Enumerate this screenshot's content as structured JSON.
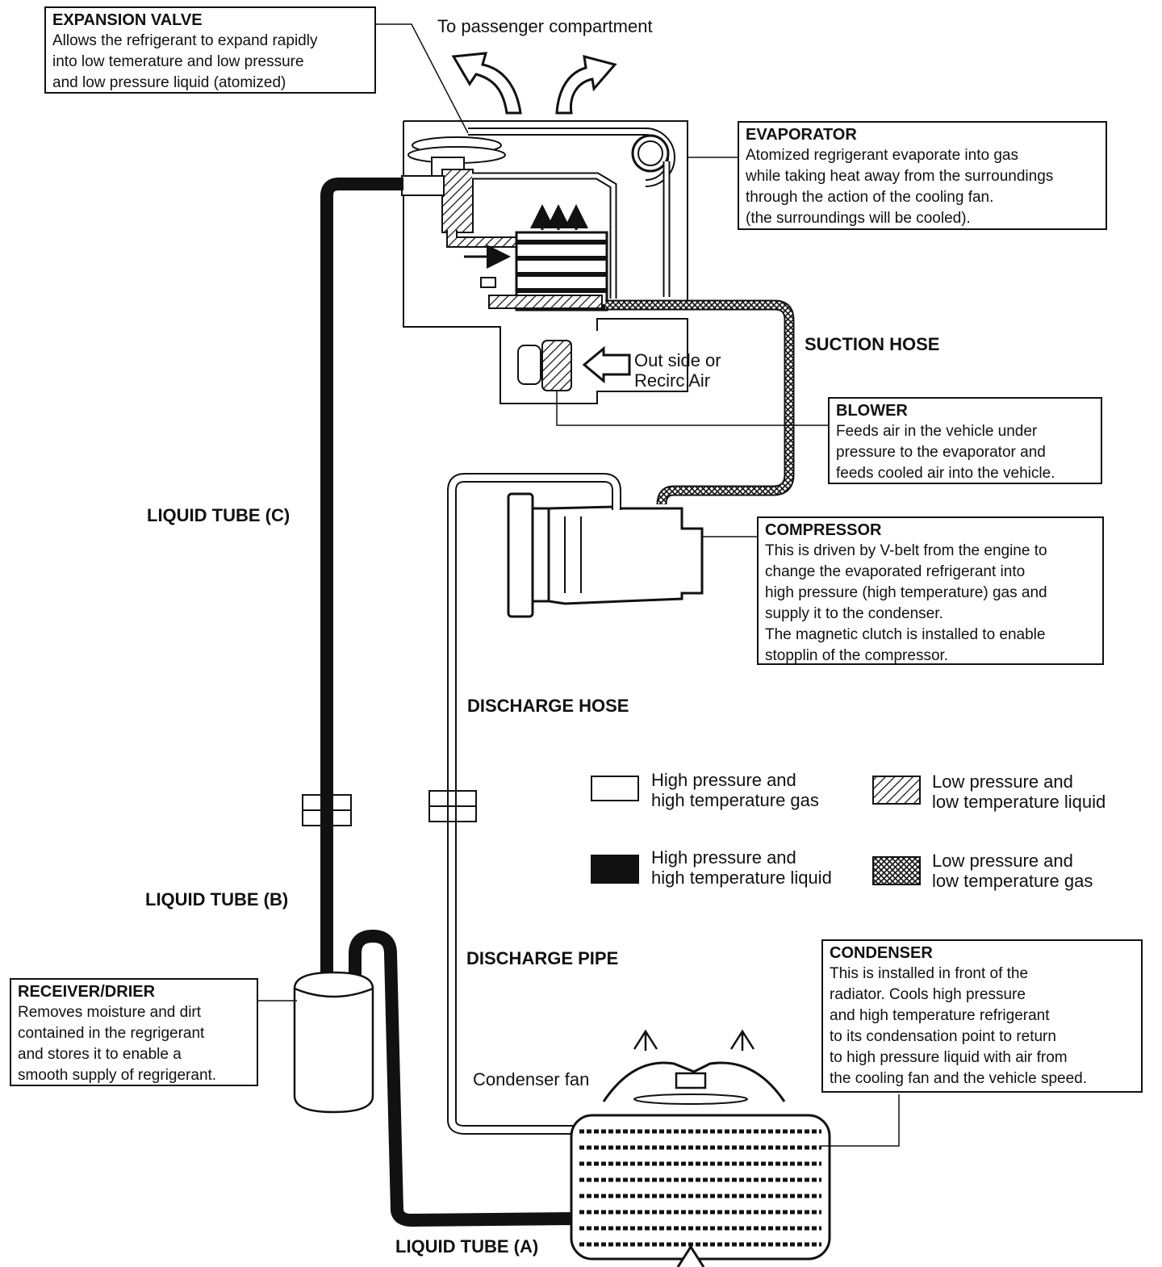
{
  "header": {
    "passenger": "To passenger compartment"
  },
  "callouts": {
    "expansion_valve": {
      "title": "EXPANSION VALVE",
      "text": "Allows the refrigerant to expand  rapidly\ninto low temerature and low pressure\nand low pressure liquid (atomized)"
    },
    "evaporator": {
      "title": "EVAPORATOR",
      "text": "Atomized regrigerant evaporate   into gas\nwhile taking heat away from the surroundings\nthrough the action of the cooling fan.\n(the surroundings will be cooled)."
    },
    "blower": {
      "title": "BLOWER",
      "text": "Feeds air in the vehicle under\npressure to the evaporator and\nfeeds cooled air into the vehicle."
    },
    "compressor": {
      "title": "COMPRESSOR",
      "text": "This is driven by V-belt from the engine to\nchange the evaporated refrigerant into\nhigh pressure (high temperature) gas and\nsupply it to the condenser.\nThe magnetic clutch is installed to enable\nstopplin of the compressor."
    },
    "condenser": {
      "title": "CONDENSER",
      "text": "This is installed in front of the\nradiator. Cools high pressure\nand high temperature refrigerant\nto its condensation point to return\nto high pressure liquid with air from\nthe cooling fan and the vehicle speed."
    },
    "receiver": {
      "title": "RECEIVER/DRIER",
      "text": "Removes moisture and dirt\ncontained in the regrigerant\nand stores it to enable a\nsmooth supply of regrigerant."
    }
  },
  "labels": {
    "suction_hose": "SUCTION HOSE",
    "discharge_hose": "DISCHARGE HOSE",
    "discharge_pipe": "DISCHARGE PIPE",
    "liquid_tube_a": "LIQUID TUBE (A)",
    "liquid_tube_b": "LIQUID TUBE (B)",
    "liquid_tube_c": "LIQUID TUBE (C)",
    "outside_air": "Out side or\nRecirc Air",
    "condenser_fan": "Condenser fan"
  },
  "legend": [
    {
      "pattern": "white",
      "text": "High pressure and\nhigh temperature gas"
    },
    {
      "pattern": "hatch",
      "text": "Low pressure and\nlow temperature liquid"
    },
    {
      "pattern": "black",
      "text": "High pressure and\nhigh temperature liquid"
    },
    {
      "pattern": "crosshatch",
      "text": "Low pressure and\nlow temperature gas"
    }
  ]
}
